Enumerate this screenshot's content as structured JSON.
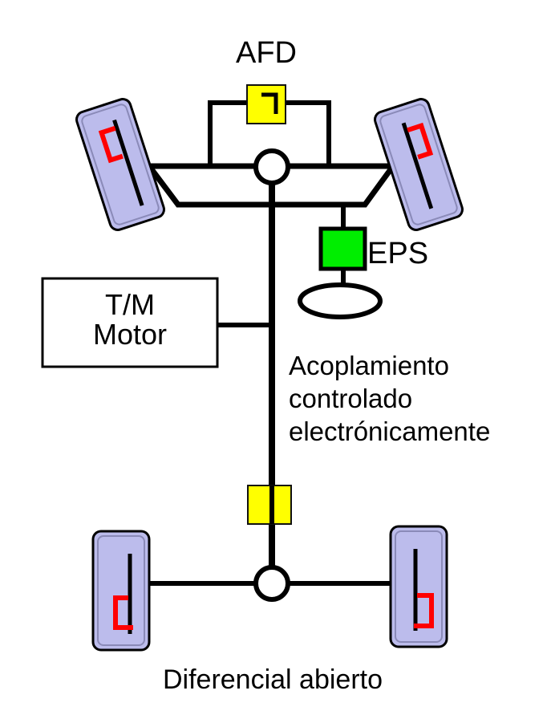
{
  "labels": {
    "afd": "AFD",
    "eps": "EPS",
    "tm_line1": "T/M",
    "tm_line2": "Motor",
    "coupling_line1": "Acoplamiento",
    "coupling_line2": "controlado",
    "coupling_line3": "electrónicamente",
    "rear_diff": "Diferencial abierto"
  },
  "colors": {
    "actuator": "#ffff00",
    "eps_motor": "#00ee00",
    "tire_fill": "#bcbcec",
    "brake": "#ff0000",
    "line": "#000000"
  }
}
